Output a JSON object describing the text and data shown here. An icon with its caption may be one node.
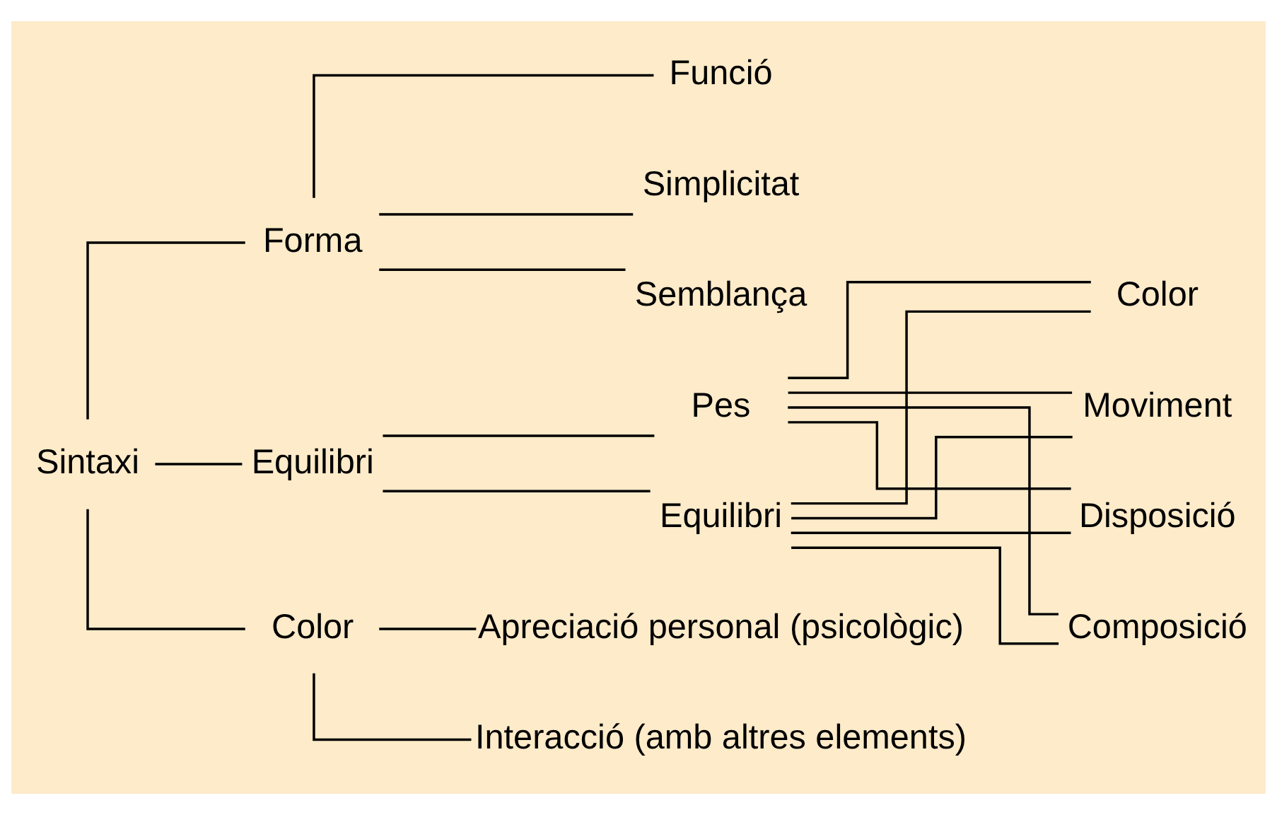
{
  "diagram": {
    "nodes": [
      {
        "text": [
          "Sintaxi"
        ]
      },
      {
        "text": [
          "Forma"
        ]
      },
      {
        "text": [
          "Funció"
        ]
      },
      {
        "text": [
          "Simplicitat"
        ]
      },
      {
        "text": [
          "Semblança"
        ]
      },
      {
        "text": [
          "Equilibri"
        ]
      },
      {
        "text": [
          "Pes"
        ]
      },
      {
        "text": [
          "Equilibri"
        ]
      },
      {
        "text": [
          "Disposició"
        ]
      },
      {
        "text": [
          "Composició"
        ]
      },
      {
        "text": [
          "Color"
        ]
      },
      {
        "text": [
          "Moviment"
        ]
      },
      {
        "text": [
          "Color"
        ]
      },
      {
        "text": [
          "Interacció (amb altres elements)"
        ]
      },
      {
        "text": [
          "Apreciació personal (psicològic)"
        ]
      }
    ],
    "edges": [
      {
        "from": 0,
        "to": 1,
        "arrow": "none"
      },
      {
        "from": 0,
        "to": 5,
        "arrow": "none"
      },
      {
        "from": 0,
        "to": 12,
        "arrow": "none"
      },
      {
        "from": 1,
        "to": 2,
        "arrow": "none"
      },
      {
        "from": 1,
        "to": 3,
        "arrow": "none"
      },
      {
        "from": 1,
        "to": 4,
        "arrow": "none"
      },
      {
        "from": 5,
        "to": 6,
        "arrow": "none"
      },
      {
        "from": 5,
        "to": 7,
        "arrow": "none"
      },
      {
        "from": 6,
        "to": 8,
        "arrow": "none"
      },
      {
        "from": 6,
        "to": 9,
        "arrow": "none"
      },
      {
        "from": 6,
        "to": 10,
        "arrow": "none"
      },
      {
        "from": 6,
        "to": 11,
        "arrow": "none"
      },
      {
        "from": 7,
        "to": 8,
        "arrow": "none"
      },
      {
        "from": 7,
        "to": 9,
        "arrow": "none"
      },
      {
        "from": 7,
        "to": 10,
        "arrow": "none"
      },
      {
        "from": 7,
        "to": 11,
        "arrow": "none"
      },
      {
        "from": 12,
        "to": 13,
        "arrow": "none"
      },
      {
        "from": 12,
        "to": 14,
        "arrow": "none"
      }
    ]
  }
}
